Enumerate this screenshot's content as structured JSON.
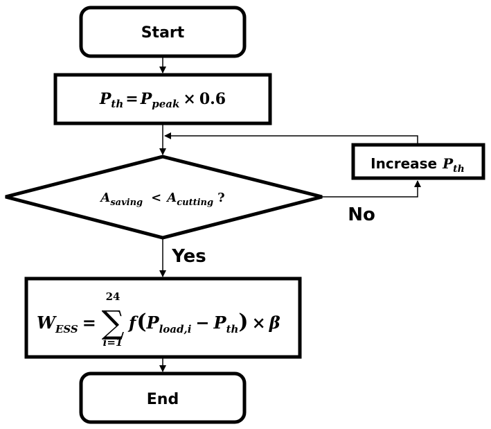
{
  "nodes": {
    "start": {
      "label": "Start"
    },
    "threshold": {
      "lhs": "P",
      "lhs_sub": "th",
      "eq": "=",
      "rhs": "P",
      "rhs_sub": "peak",
      "times": "×",
      "factor": "0.6"
    },
    "decision": {
      "a1": "A",
      "a1_sub": "saving",
      "lt": "<",
      "a2": "A",
      "a2_sub": "cutting",
      "q": "?"
    },
    "increase": {
      "text": "Increase",
      "var": "P",
      "var_sub": "th"
    },
    "wess": {
      "w": "W",
      "w_sub": "ESS",
      "eq": "=",
      "sum_top": "24",
      "sum_symbol": "∑",
      "sum_bottom": "i=1",
      "f": "f",
      "lparen": "(",
      "p1": "P",
      "p1_sub": "load,i",
      "minus": "−",
      "p2": "P",
      "p2_sub": "th",
      "rparen": ")",
      "times": "×",
      "beta": "β"
    },
    "end": {
      "label": "End"
    }
  },
  "edges": {
    "no_label": "No",
    "yes_label": "Yes"
  },
  "colors": {
    "stroke": "#000000",
    "background": "#ffffff"
  }
}
